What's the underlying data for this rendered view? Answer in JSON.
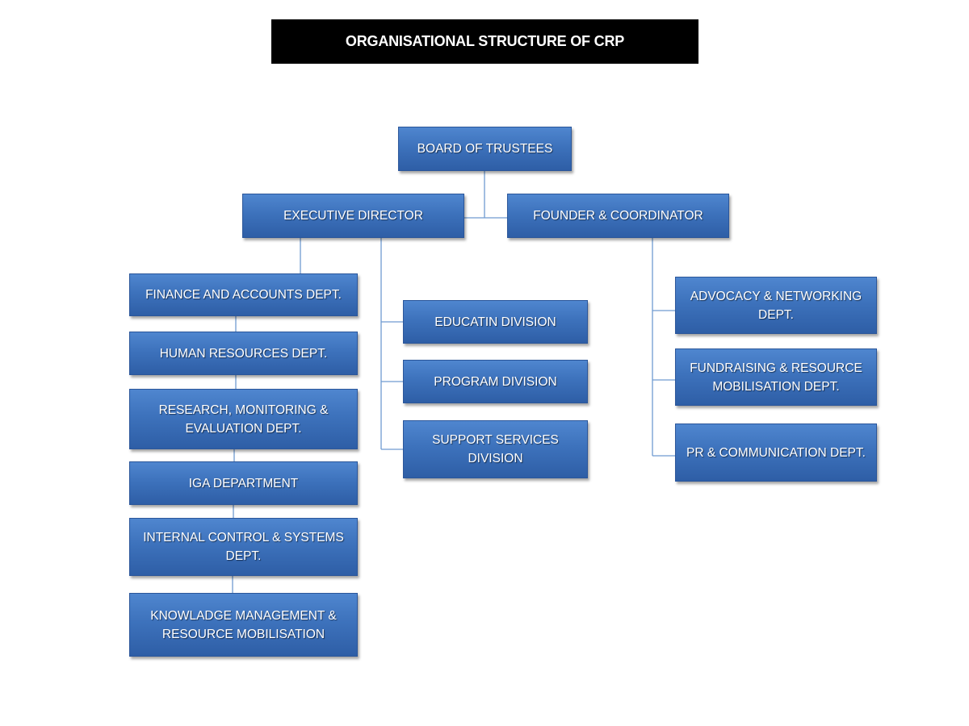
{
  "title": "ORGANISATIONAL STRUCTURE OF CRP",
  "colors": {
    "box_top": "#4f86cf",
    "box_bottom": "#2e5ea6",
    "connector": "#6f9bd1",
    "title_bg": "#000000"
  },
  "nodes": {
    "board": "BOARD OF TRUSTEES",
    "executive": "EXECUTIVE DIRECTOR",
    "founder": "FOUNDER & COORDINATOR",
    "finance": "FINANCE AND ACCOUNTS DEPT.",
    "hr": "HUMAN RESOURCES DEPT.",
    "research": "RESEARCH, MONITORING & EVALUATION DEPT.",
    "iga": "IGA DEPARTMENT",
    "internal_control": "INTERNAL CONTROL & SYSTEMS DEPT.",
    "knowledge": "KNOWLADGE MANAGEMENT & RESOURCE MOBILISATION",
    "education": "EDUCATIN DIVISION",
    "program": "PROGRAM DIVISION",
    "support": "SUPPORT SERVICES DIVISION",
    "advocacy": "ADVOCACY & NETWORKING DEPT.",
    "fundraising": "FUNDRAISING & RESOURCE MOBILISATION DEPT.",
    "pr": "PR & COMMUNICATION DEPT."
  }
}
